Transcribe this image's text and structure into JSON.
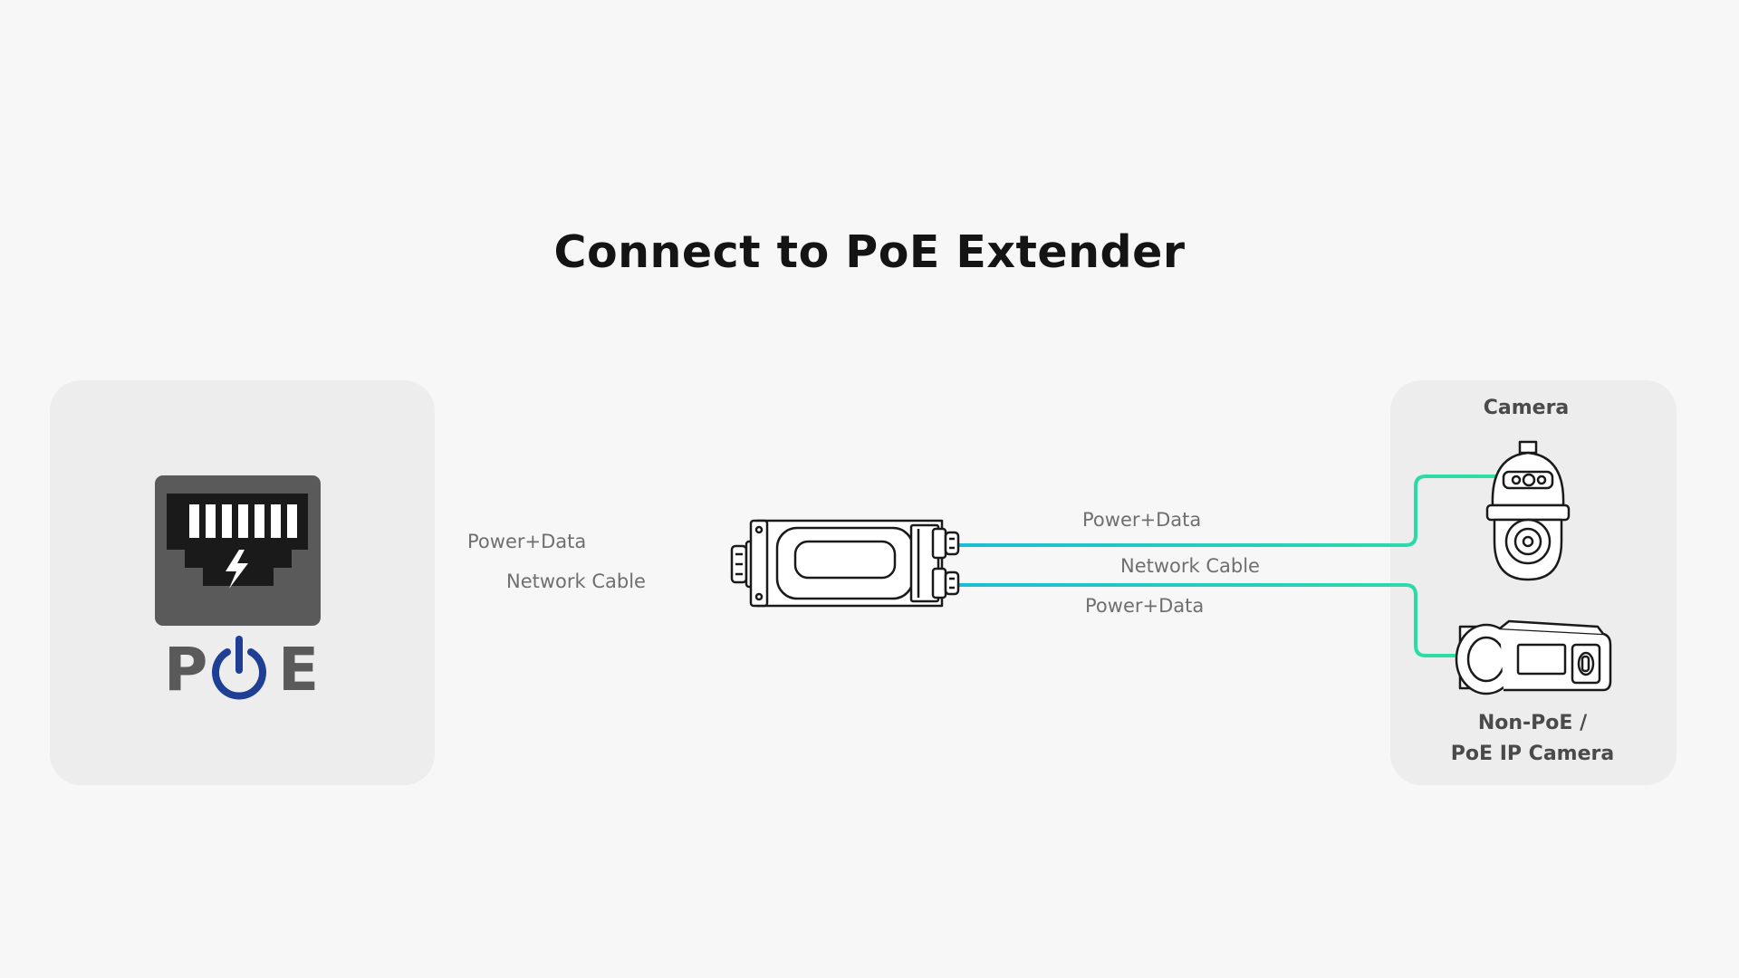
{
  "title": "Connect to PoE Extender",
  "poe_logo": {
    "letters": [
      "P",
      "E"
    ],
    "icon": "power-icon"
  },
  "labels": {
    "left_power_data": "Power+Data",
    "left_network_cable": "Network Cable",
    "right_top_power_data": "Power+Data",
    "right_network_cable": "Network Cable",
    "right_bottom_power_data": "Power+Data"
  },
  "cameras": {
    "heading": "Camera",
    "bottom_line1": "Non-PoE /",
    "bottom_line2": "PoE IP Camera"
  },
  "icons": {
    "left": "ethernet-port-lightning-icon",
    "center": "poe-extender-device-icon",
    "top_camera": "ptz-dome-camera-icon",
    "bottom_camera": "bullet-camera-icon"
  },
  "colors": {
    "background": "#f7f7f7",
    "panel": "#ededed",
    "cable_teal": "#19b9cf",
    "cable_green": "#2ee0a0",
    "poe_blue": "#1f3f95",
    "port_gray": "#5a5a5a"
  }
}
